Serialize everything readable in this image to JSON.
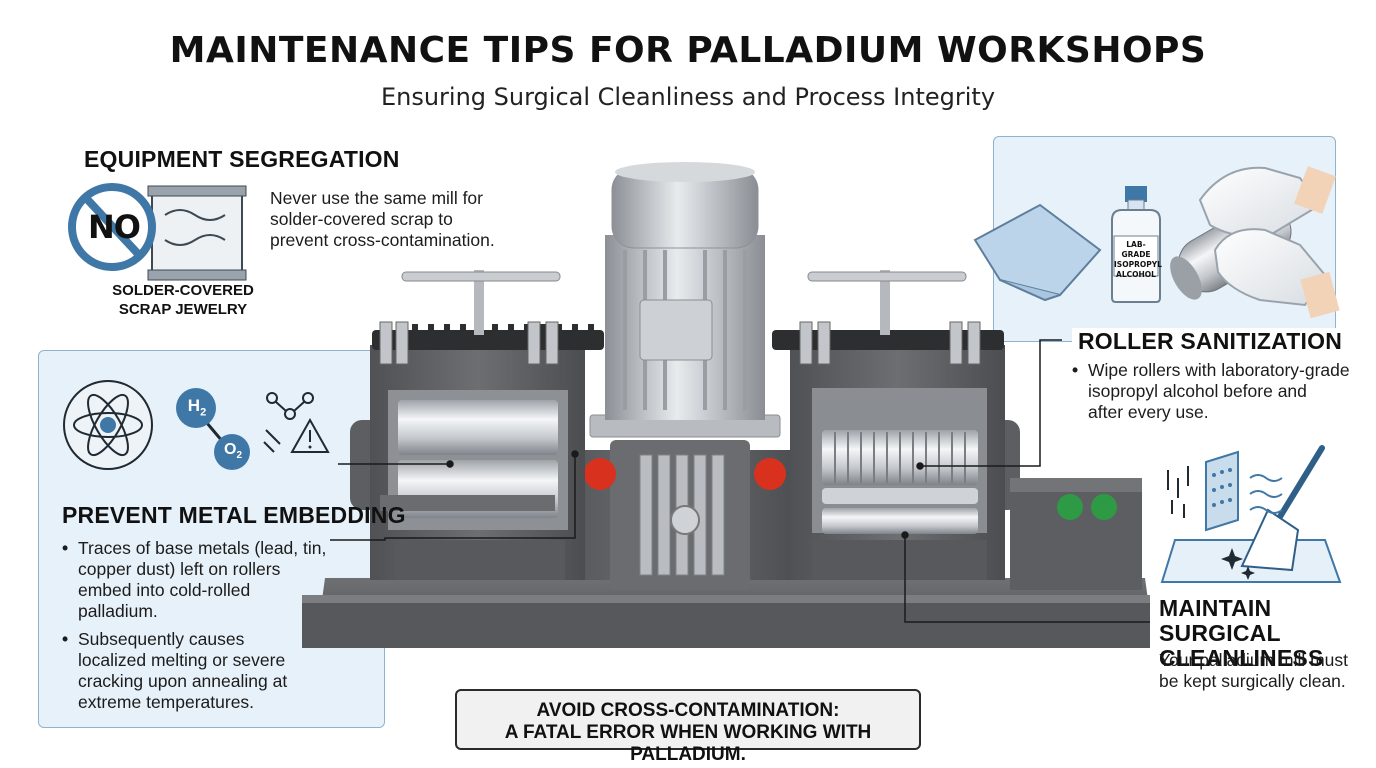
{
  "header": {
    "title": "MAINTENANCE TIPS FOR PALLADIUM WORKSHOPS",
    "subtitle": "Ensuring Surgical Cleanliness and Process Integrity"
  },
  "segregation": {
    "heading": "EQUIPMENT SEGREGATION",
    "text_line1": "Never use the same mill for",
    "text_line2": "solder-covered scrap to",
    "text_line3": "prevent cross-contamination.",
    "no_label": "NO",
    "caption_line1": "SOLDER-COVERED",
    "caption_line2": "SCRAP JEWELRY"
  },
  "embedding": {
    "heading": "PREVENT METAL EMBEDDING",
    "h2_label": "H",
    "h2_sub": "2",
    "o2_label": "O",
    "o2_sub": "2",
    "bullet1_lines": [
      "Traces of base metals (lead, tin,",
      "copper dust) left on rollers",
      "embed into cold-rolled",
      "palladium."
    ],
    "bullet2_lines": [
      "Subsequently causes",
      "localized melting or severe",
      "cracking upon annealing at",
      "extreme temperatures."
    ]
  },
  "sanitization": {
    "heading": "ROLLER SANITIZATION",
    "bottle_line1": "LAB-GRADE",
    "bottle_line2": "ISOPROPYL",
    "bottle_line3": "ALCOHOL",
    "bullet_lines": [
      "Wipe rollers with laboratory-grade",
      "isopropyl alcohol before and",
      "after every use."
    ]
  },
  "cleanliness": {
    "heading_line1": "MAINTAIN SURGICAL",
    "heading_line2": "CLEANLINESS",
    "text_line1": "Your palladium mill must",
    "text_line2": "be kept surgically clean."
  },
  "warning": {
    "line1": "AVOID CROSS-CONTAMINATION:",
    "line2": "A FATAL ERROR WHEN WORKING WITH PALLADIUM."
  },
  "colors": {
    "accent_blue": "#3f77a6",
    "panel_fill": "#e7f1f9",
    "machine_gray": "#5e5f61",
    "indicator_red": "#d8321f",
    "indicator_green": "#2e9a45"
  }
}
